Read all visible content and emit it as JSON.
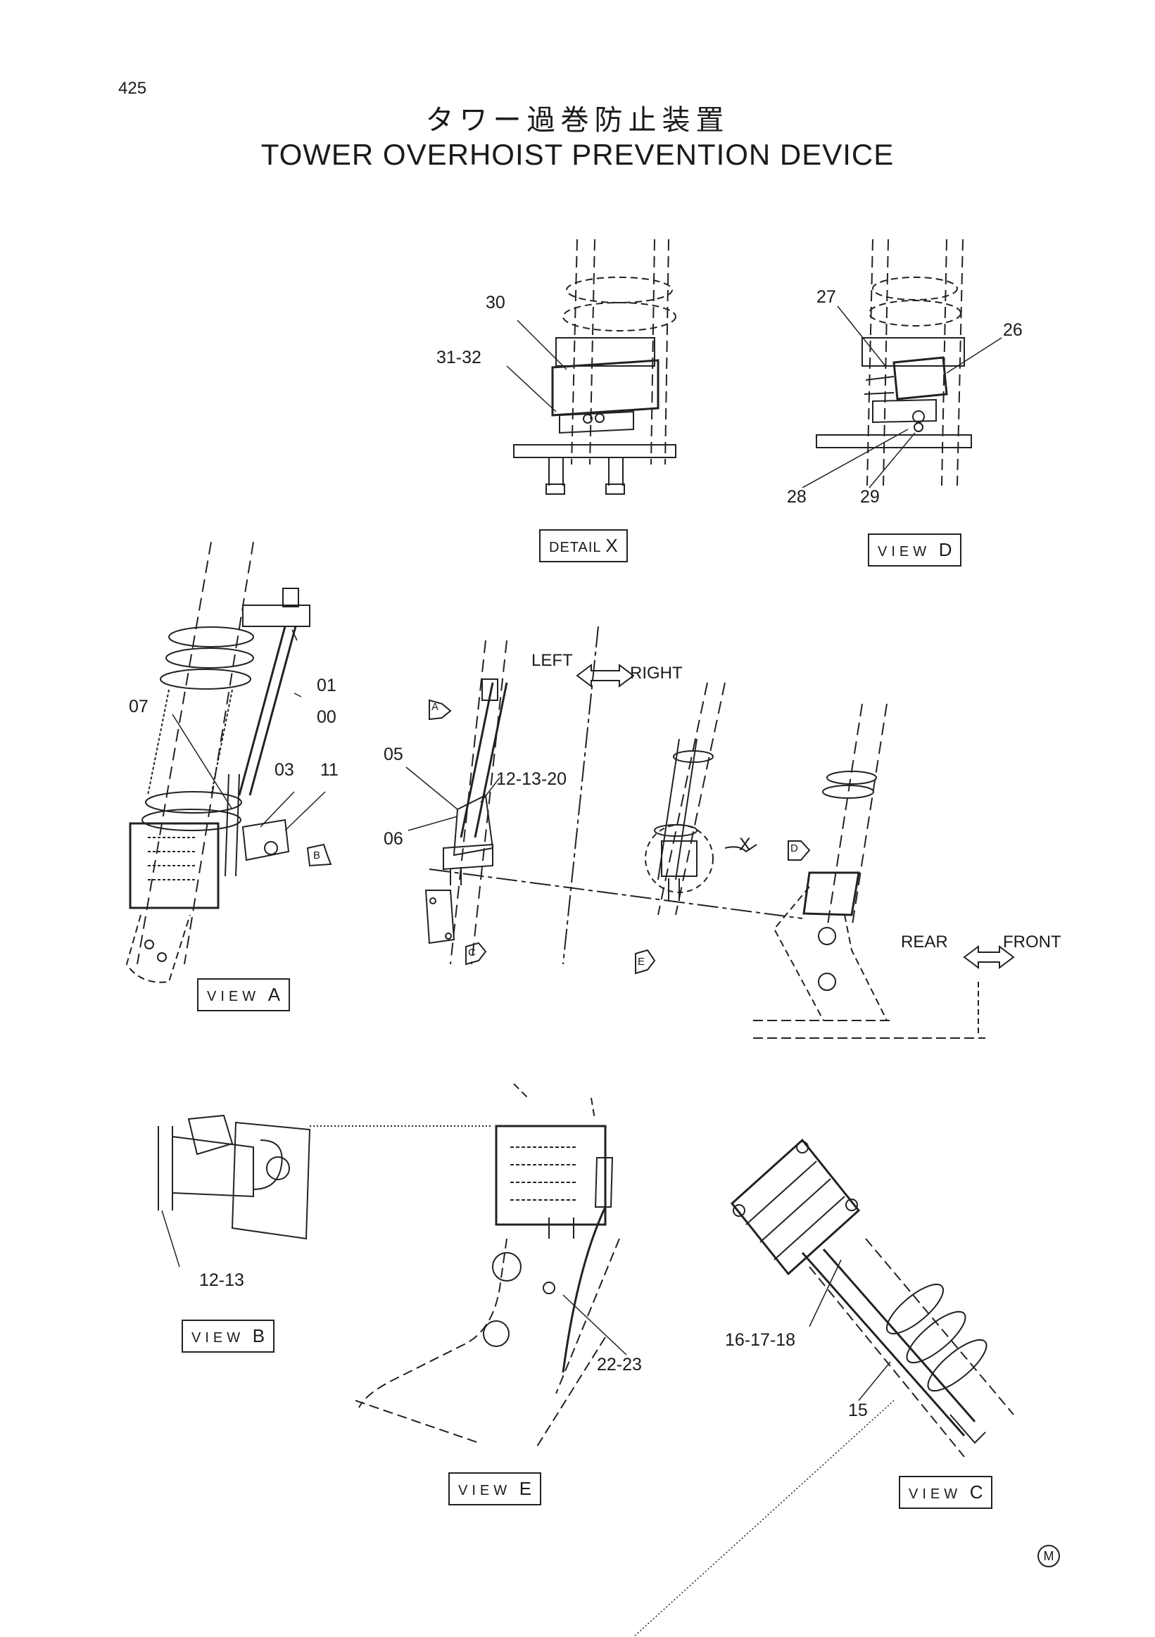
{
  "page_number": "425",
  "title_jp": "タワー過巻防止装置",
  "title_en": "TOWER OVERHOIST PREVENTION DEVICE",
  "callouts": {
    "c30": "30",
    "c31_32": "31-32",
    "c27": "27",
    "c26": "26",
    "c28": "28",
    "c29": "29",
    "c01": "01",
    "c00": "00",
    "c07": "07",
    "c03": "03",
    "c11": "11",
    "c05": "05",
    "c06": "06",
    "c12_13_20": "12-13-20",
    "cX": "X",
    "c12_13": "12-13",
    "c22_23": "22-23",
    "c16_17_18": "16-17-18",
    "c15": "15"
  },
  "directions": {
    "left": "LEFT",
    "right": "RIGHT",
    "rear": "REAR",
    "front": "FRONT"
  },
  "view_arrows": {
    "a": "A",
    "b": "B",
    "c": "C",
    "d": "D",
    "e": "E"
  },
  "views": {
    "detail_x": {
      "text": "DETAIL",
      "letter": "X"
    },
    "view_d": {
      "text": "VIEW",
      "letter": "D"
    },
    "view_a": {
      "text": "VIEW",
      "letter": "A"
    },
    "view_b": {
      "text": "VIEW",
      "letter": "B"
    },
    "view_e": {
      "text": "VIEW",
      "letter": "E"
    },
    "view_c": {
      "text": "VIEW",
      "letter": "C"
    }
  },
  "corner_mark": "M"
}
